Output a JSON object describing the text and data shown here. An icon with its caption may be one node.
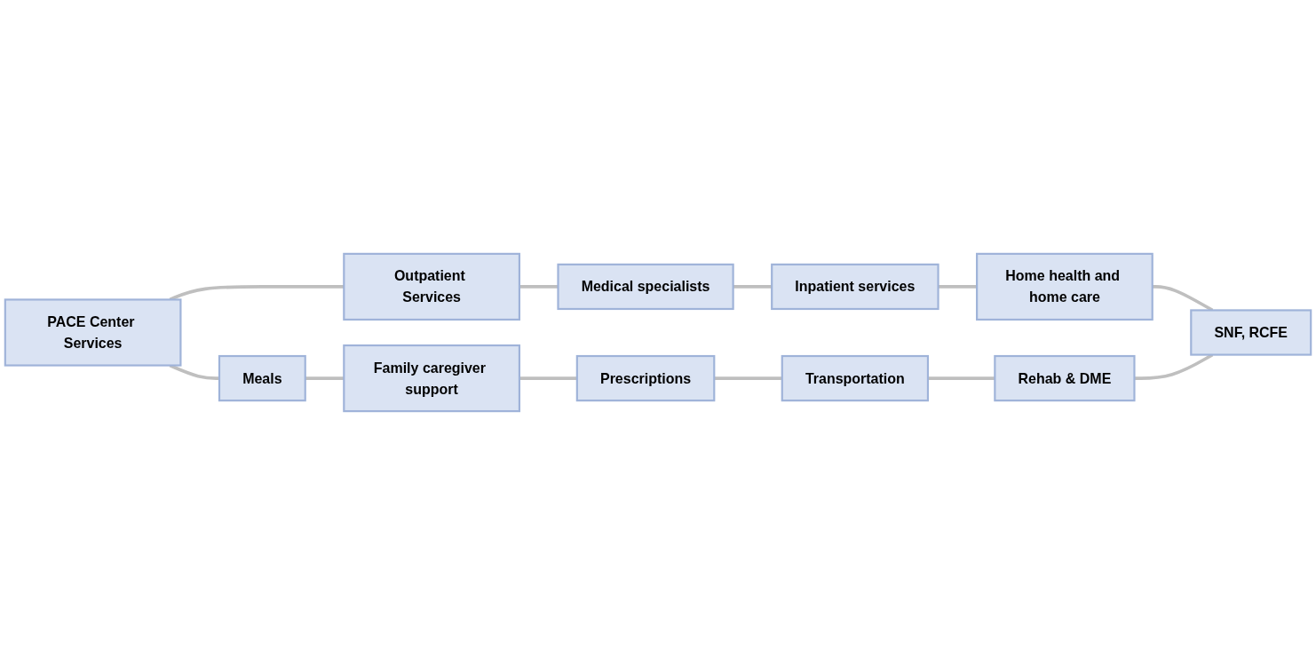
{
  "diagram": {
    "nodes": [
      {
        "text": [
          "PACE Center Services"
        ]
      },
      {
        "text": [
          "Outpatient Services"
        ]
      },
      {
        "text": [
          "Medical specialists"
        ]
      },
      {
        "text": [
          "Inpatient services"
        ]
      },
      {
        "text": [
          "Home health and home care"
        ]
      },
      {
        "text": [
          "SNF, RCFE"
        ]
      },
      {
        "text": [
          "Rehab & DME"
        ]
      },
      {
        "text": [
          "Transportation"
        ]
      },
      {
        "text": [
          "Prescriptions"
        ]
      },
      {
        "text": [
          "Family caregiver support"
        ]
      },
      {
        "text": [
          "Meals"
        ]
      }
    ],
    "edges": [
      {
        "from": 0,
        "to": 1,
        "arrow": "none"
      },
      {
        "from": 1,
        "to": 2,
        "arrow": "none"
      },
      {
        "from": 2,
        "to": 3,
        "arrow": "none"
      },
      {
        "from": 3,
        "to": 4,
        "arrow": "none"
      },
      {
        "from": 4,
        "to": 5,
        "arrow": "none"
      },
      {
        "from": 0,
        "to": 10,
        "arrow": "none"
      },
      {
        "from": 10,
        "to": 9,
        "arrow": "none"
      },
      {
        "from": 9,
        "to": 8,
        "arrow": "none"
      },
      {
        "from": 8,
        "to": 7,
        "arrow": "none"
      },
      {
        "from": 7,
        "to": 6,
        "arrow": "none"
      },
      {
        "from": 6,
        "to": 5,
        "arrow": "none"
      }
    ]
  }
}
